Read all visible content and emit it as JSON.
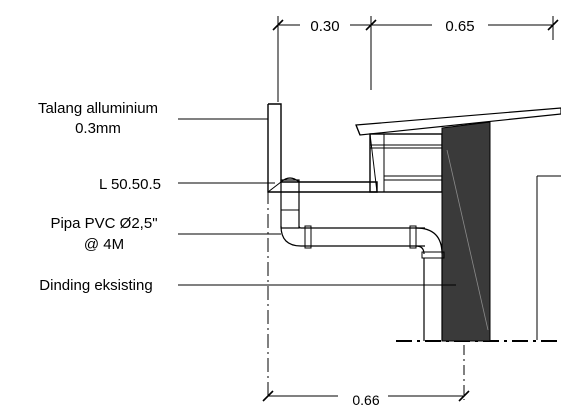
{
  "dimensions": {
    "top_left": "0.30",
    "top_right": "0.65",
    "bottom": "0.66"
  },
  "labels": {
    "gutter_line1": "Talang alluminium",
    "gutter_line2": "0.3mm",
    "angle": "L 50.50.5",
    "pipe_line1": "Pipa PVC Ø2,5\"",
    "pipe_line2": "@ 4M",
    "wall": "Dinding eksisting"
  },
  "colors": {
    "ink": "#000000",
    "wall_fill": "#3a3a3a",
    "background": "#ffffff"
  }
}
